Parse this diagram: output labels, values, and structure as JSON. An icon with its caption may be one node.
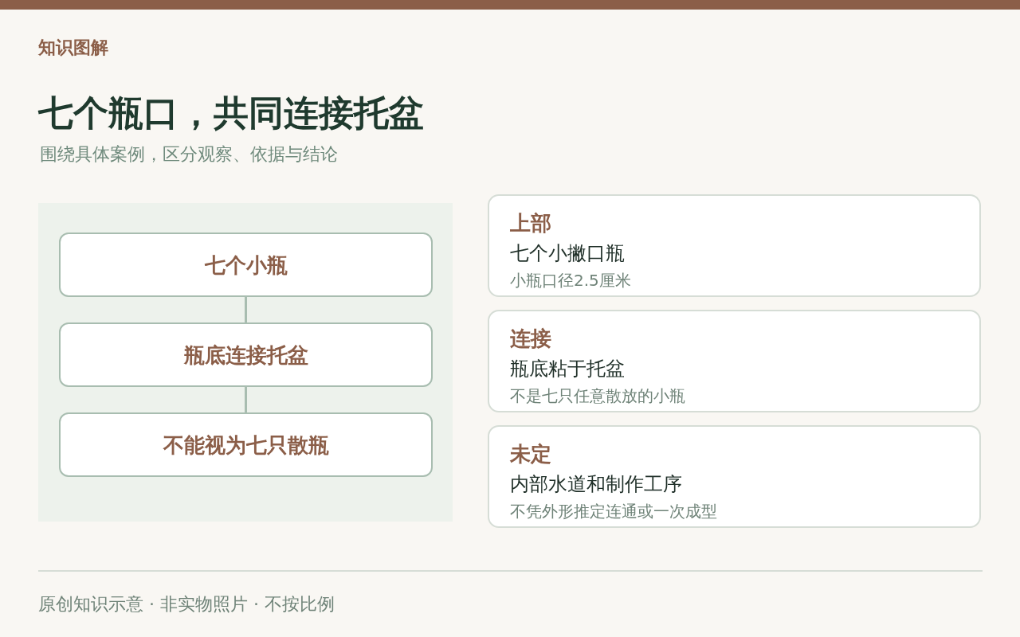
{
  "diagram": {
    "title": "七个瓶口，共同连接托盆",
    "caption": "原创知识示意 · 非实物照片 · 不按比例",
    "nodes": [
      {
        "text": [],
        "shape": "box"
      },
      {
        "text": [
          "七个小瓶"
        ],
        "in": 0
      },
      {
        "text": [
          "瓶底连接托盆"
        ],
        "in": 0
      },
      {
        "text": [
          "不能视为七只散瓶"
        ],
        "in": 0
      },
      {
        "text": [
          "上部",
          "七个小撇口瓶",
          "小瓶口径2.5厘米"
        ]
      },
      {
        "text": [
          "连接",
          "瓶底粘于托盆",
          "不是七只任意散放的小瓶"
        ]
      },
      {
        "text": [
          "未定",
          "内部水道和制作工序",
          "不凭外形推定连通或一次成型"
        ]
      }
    ],
    "edges": [
      {
        "from": 1,
        "to": 2,
        "arrow": "none"
      },
      {
        "from": 2,
        "to": 3,
        "arrow": "none"
      }
    ],
    "labels": [
      "知识图解",
      "围绕具体案例，区分观察、依据与结论"
    ]
  }
}
